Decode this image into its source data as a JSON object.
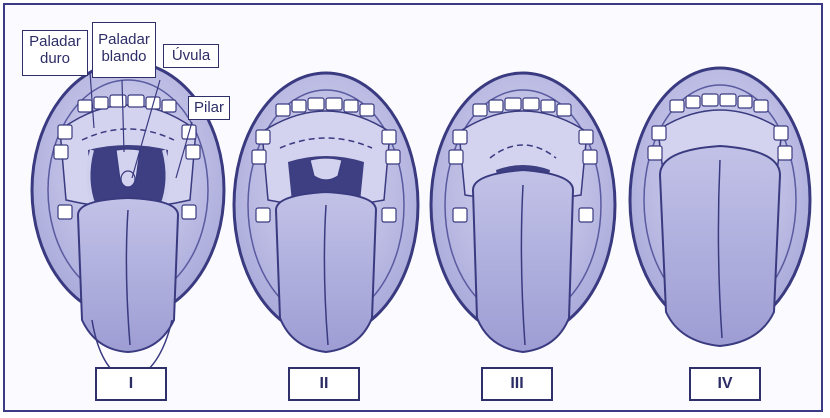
{
  "labels": {
    "hard_palate": [
      "Paladar",
      "duro"
    ],
    "soft_palate": [
      "Paladar",
      "blando"
    ],
    "uvula": "Úvula",
    "pillar": "Pilar"
  },
  "grades": [
    "I",
    "II",
    "III",
    "IV"
  ],
  "colors": {
    "outline": "#3a3a80",
    "mouth_fill": "#c5c5e8",
    "palate": "#d3d3ef",
    "throat": "#3e3e82",
    "tongue": "#aeaedd",
    "teeth": "#ffffff",
    "label_border": "#2f2f6a"
  }
}
